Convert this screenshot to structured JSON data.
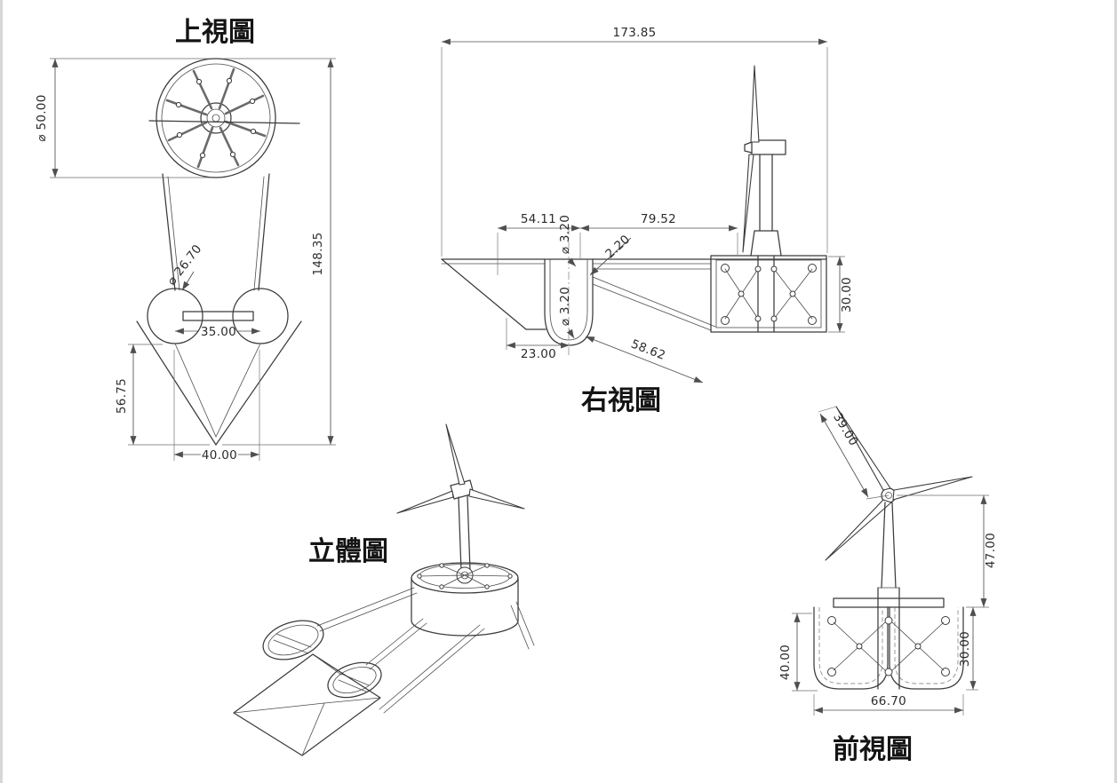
{
  "sheet": {
    "background": "#ffffff",
    "edge_color": "#d7d7d7"
  },
  "style": {
    "line_color": "#3b3b3b",
    "dimension_color": "#4f4f4f",
    "text_color": "#2b2b2b",
    "title_color": "#141414"
  },
  "views": {
    "top_view": {
      "title": "上視圖",
      "dimensions": {
        "rotor_diameter": "⌀ 50.00",
        "float_diameter": "⌀ 26.70",
        "overall_length": "148.35",
        "float_spacing": "35.00",
        "bow_length": "56.75",
        "hull_width": "40.00"
      }
    },
    "right_view": {
      "title": "右視圖",
      "dimensions": {
        "overall_length": "173.85",
        "mid_span": "54.11",
        "aft_span": "79.52",
        "upper_hole": "⌀ 3.20",
        "pin": "2.20",
        "lower_hole": "⌀ 3.20",
        "bow_base": "23.00",
        "brace": "58.62",
        "platform_height": "30.00"
      }
    },
    "isometric_view": {
      "title": "立體圖"
    },
    "front_view": {
      "title": "前視圖",
      "dimensions": {
        "blade_length": "39.00",
        "hub_height": "47.00",
        "float_height": "40.00",
        "platform_height": "30.00",
        "platform_width": "66.70"
      }
    }
  }
}
